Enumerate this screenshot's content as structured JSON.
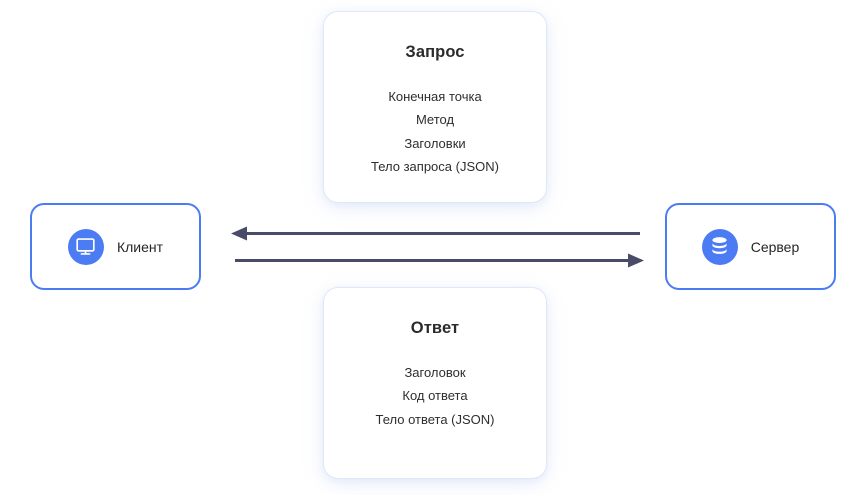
{
  "diagram": {
    "title_semantic": "client-server-request-response-flow",
    "background": "#ffffff",
    "accent_blue": "#4c7cf4",
    "arrow_color": "#4a4a69",
    "text_color": "#2b2b2b"
  },
  "nodes": {
    "client": {
      "label": "Клиент",
      "icon": "desktop-monitor-icon"
    },
    "server": {
      "label": "Сервер",
      "icon": "database-icon"
    }
  },
  "cards": {
    "request": {
      "title": "Запрос",
      "items": [
        "Конечная точка",
        "Метод",
        "Заголовки",
        "Тело запроса (JSON)"
      ]
    },
    "response": {
      "title": "Ответ",
      "items": [
        "Заголовок",
        "Код ответа",
        "Тело ответа (JSON)"
      ]
    }
  },
  "arrows": [
    {
      "name": "response-arrow",
      "direction": "left",
      "from": "server",
      "to": "client"
    },
    {
      "name": "request-arrow",
      "direction": "right",
      "from": "client",
      "to": "server"
    }
  ]
}
